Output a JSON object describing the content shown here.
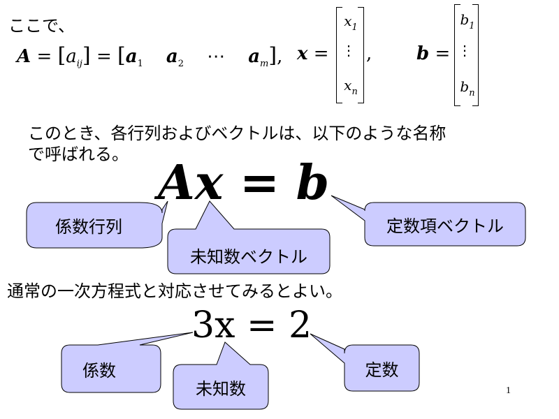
{
  "intro_text": "ここで、",
  "definition": {
    "A_symbol": "A",
    "eq1": "=",
    "a_ij": "a",
    "a_ij_sub": "ij",
    "eq2": "=",
    "a1": "a",
    "a1_sub": "1",
    "a2": "a",
    "a2_sub": "2",
    "dots": "⋯",
    "am": "a",
    "am_sub": "m",
    "comma1": ",",
    "x_symbol": "x",
    "x_eq": "=",
    "comma2": ",",
    "b_symbol": "b",
    "b_eq": "="
  },
  "vector_x": {
    "top": "x",
    "top_sub": "1",
    "mid": "⋮",
    "bottom": "x",
    "bottom_sub": "n"
  },
  "vector_b": {
    "top": "b",
    "top_sub": "1",
    "mid": "⋮",
    "bottom": "b",
    "bottom_sub": "n"
  },
  "explain_line1": "このとき、各行列およびベクトルは、以下のような名称",
  "explain_line2": "で呼ばれる。",
  "equation1": "Ax = b",
  "labels1": {
    "coef_matrix": "係数行列",
    "unknown_vector": "未知数ベクトル",
    "const_vector": "定数項ベクトル"
  },
  "compare_text": "通常の一次方程式と対応させてみるとよい。",
  "equation2": "3x = 2",
  "labels2": {
    "coef": "係数",
    "unknown": "未知数",
    "const": "定数"
  },
  "page_number": "1",
  "colors": {
    "bubble_fill": "#ccccff",
    "bubble_stroke": "#000000"
  }
}
